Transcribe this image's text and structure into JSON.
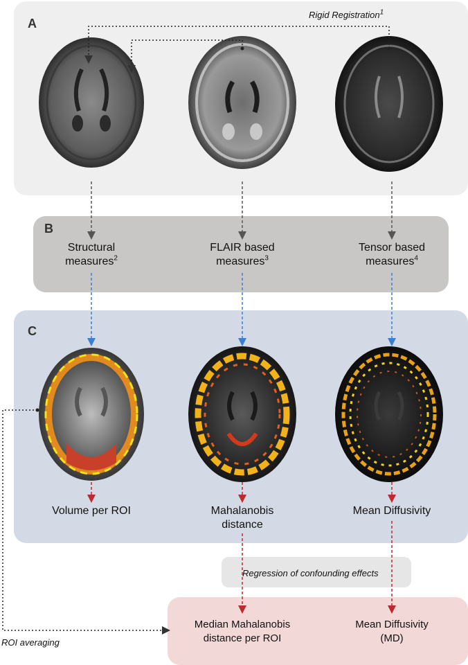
{
  "panels": {
    "a": {
      "letter": "A"
    },
    "b": {
      "letter": "B"
    },
    "c": {
      "letter": "C"
    }
  },
  "registration": {
    "label": "Rigid Registration",
    "footnote": "1"
  },
  "measures": [
    {
      "line1": "Structural",
      "line2": "measures",
      "footnote": "2"
    },
    {
      "line1": "FLAIR based",
      "line2": "measures",
      "footnote": "3"
    },
    {
      "line1": "Tensor based",
      "line2": "measures",
      "footnote": "4"
    }
  ],
  "results": [
    {
      "line1": "Volume per ROI",
      "line2": ""
    },
    {
      "line1": "Mahalanobis",
      "line2": "distance"
    },
    {
      "line1": "Mean Diffusivity",
      "line2": ""
    }
  ],
  "regression": {
    "label": "Regression of confounding effects"
  },
  "roi_averaging": {
    "label": "ROI averaging"
  },
  "outputs": [
    {
      "line1": "Median Mahalanobis",
      "line2": "distance per ROI"
    },
    {
      "line1": "Mean Diffusivity",
      "line2": "(MD)"
    }
  ],
  "colors": {
    "panel_a": "#efefef",
    "panel_b": "#c9c6c6",
    "panel_c": "#d4dae5",
    "output_panel": "#f3d8d8",
    "arrow_gray": "#555555",
    "arrow_blue": "#3a7fd0",
    "arrow_red": "#c0282d"
  }
}
